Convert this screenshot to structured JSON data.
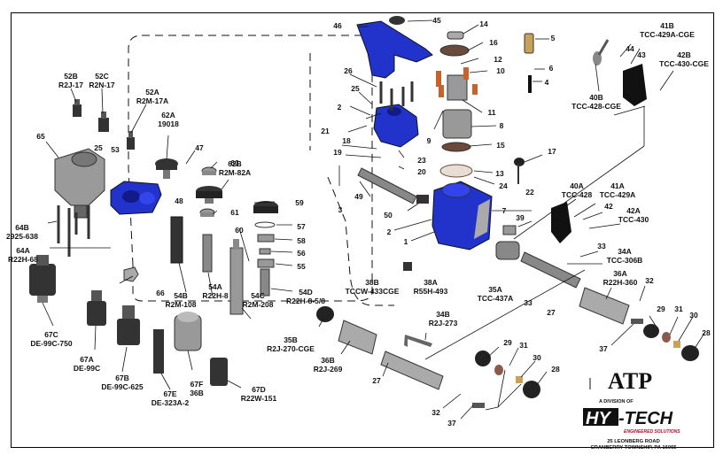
{
  "diagram": {
    "type": "exploded parts diagram",
    "colors": {
      "housing_blue": "#2233cc",
      "brush_orange": "#c8622a",
      "brass": "#c9a25a",
      "gray_part": "#8c8c8c",
      "dark_part": "#2a2a2a",
      "logo_red": "#b0102a"
    },
    "labels": [
      {
        "id": "52B",
        "pn": "R2J-17"
      },
      {
        "id": "52C",
        "pn": "R2N-17"
      },
      {
        "id": "52A",
        "pn": "R2M-17A"
      },
      {
        "id": "62A",
        "pn": "19018"
      },
      {
        "id": "65",
        "pn": ""
      },
      {
        "id": "25",
        "pn": ""
      },
      {
        "id": "53",
        "pn": ""
      },
      {
        "id": "47",
        "pn": ""
      },
      {
        "id": "63",
        "pn": ""
      },
      {
        "id": "62B",
        "pn": "R2M-82A"
      },
      {
        "id": "61",
        "pn": ""
      },
      {
        "id": "48",
        "pn": ""
      },
      {
        "id": "59",
        "pn": ""
      },
      {
        "id": "57",
        "pn": ""
      },
      {
        "id": "60",
        "pn": ""
      },
      {
        "id": "58",
        "pn": ""
      },
      {
        "id": "56",
        "pn": ""
      },
      {
        "id": "55",
        "pn": ""
      },
      {
        "id": "64B",
        "pn": "2925-638"
      },
      {
        "id": "64A",
        "pn": "R22H-68"
      },
      {
        "id": "66",
        "pn": ""
      },
      {
        "id": "54B",
        "pn": "R2M-108"
      },
      {
        "id": "54A",
        "pn": "R22H-8"
      },
      {
        "id": "54D",
        "pn": "R22H-8-5/8"
      },
      {
        "id": "54C",
        "pn": "R2M-208"
      },
      {
        "id": "67C",
        "pn": "DE-99C-750"
      },
      {
        "id": "67A",
        "pn": "DE-99C"
      },
      {
        "id": "67B",
        "pn": "DE-99C-625"
      },
      {
        "id": "67E",
        "pn": "DE-323A-2"
      },
      {
        "id": "67F",
        "pn": "36B"
      },
      {
        "id": "67D",
        "pn": "R22W-151"
      },
      {
        "id": "46",
        "pn": ""
      },
      {
        "id": "45",
        "pn": ""
      },
      {
        "id": "14",
        "pn": ""
      },
      {
        "id": "16",
        "pn": ""
      },
      {
        "id": "12",
        "pn": ""
      },
      {
        "id": "10",
        "pn": ""
      },
      {
        "id": "26",
        "pn": ""
      },
      {
        "id": "25b",
        "pn": ""
      },
      {
        "id": "2",
        "pn": ""
      },
      {
        "id": "11",
        "pn": ""
      },
      {
        "id": "21",
        "pn": ""
      },
      {
        "id": "18",
        "pn": ""
      },
      {
        "id": "9",
        "pn": ""
      },
      {
        "id": "8",
        "pn": ""
      },
      {
        "id": "19",
        "pn": ""
      },
      {
        "id": "23",
        "pn": ""
      },
      {
        "id": "15",
        "pn": ""
      },
      {
        "id": "20",
        "pn": ""
      },
      {
        "id": "13",
        "pn": ""
      },
      {
        "id": "24",
        "pn": ""
      },
      {
        "id": "5",
        "pn": ""
      },
      {
        "id": "6",
        "pn": ""
      },
      {
        "id": "4",
        "pn": ""
      },
      {
        "id": "17",
        "pn": ""
      },
      {
        "id": "3",
        "pn": ""
      },
      {
        "id": "49",
        "pn": ""
      },
      {
        "id": "50",
        "pn": ""
      },
      {
        "id": "22",
        "pn": ""
      },
      {
        "id": "7",
        "pn": ""
      },
      {
        "id": "39",
        "pn": ""
      },
      {
        "id": "2b",
        "pn": ""
      },
      {
        "id": "1",
        "pn": ""
      },
      {
        "id": "38B",
        "pn": "TCCW-433CGE"
      },
      {
        "id": "38A",
        "pn": "R55H-493"
      },
      {
        "id": "35A",
        "pn": "TCC-437A"
      },
      {
        "id": "33",
        "pn": ""
      },
      {
        "id": "44",
        "pn": ""
      },
      {
        "id": "43",
        "pn": ""
      },
      {
        "id": "41B",
        "pn": "TCC-429A-CGE"
      },
      {
        "id": "42B",
        "pn": "TCC-430-CGE"
      },
      {
        "id": "40B",
        "pn": "TCC-428-CGE"
      },
      {
        "id": "40A",
        "pn": "TCC-428"
      },
      {
        "id": "41A",
        "pn": "TCC-429A"
      },
      {
        "id": "42",
        "pn": ""
      },
      {
        "id": "42A",
        "pn": "TCC-430"
      },
      {
        "id": "33b",
        "pn": ""
      },
      {
        "id": "34A",
        "pn": "TCC-306B"
      },
      {
        "id": "36A",
        "pn": "R22H-360"
      },
      {
        "id": "32",
        "pn": ""
      },
      {
        "id": "27",
        "pn": ""
      },
      {
        "id": "29",
        "pn": ""
      },
      {
        "id": "31",
        "pn": ""
      },
      {
        "id": "30",
        "pn": ""
      },
      {
        "id": "28",
        "pn": ""
      },
      {
        "id": "37",
        "pn": ""
      },
      {
        "id": "35B",
        "pn": "R2J-270-CGE"
      },
      {
        "id": "36B",
        "pn": "R2J-269"
      },
      {
        "id": "34B",
        "pn": "R2J-273"
      },
      {
        "id": "27b",
        "pn": ""
      },
      {
        "id": "29b",
        "pn": ""
      },
      {
        "id": "31b",
        "pn": ""
      },
      {
        "id": "30b",
        "pn": ""
      },
      {
        "id": "28b",
        "pn": ""
      },
      {
        "id": "32b",
        "pn": ""
      },
      {
        "id": "37b",
        "pn": ""
      }
    ]
  },
  "logo": {
    "brand": "ATP",
    "division_text": "A DIVISION OF",
    "parent_brand": "HY-TECH",
    "tagline": "ENGINEERED SOLUTIONS",
    "address_line1": "25 LEONBERG ROAD",
    "address_line2": "CRANBERRY TOWNSHIP, PA 16065"
  }
}
